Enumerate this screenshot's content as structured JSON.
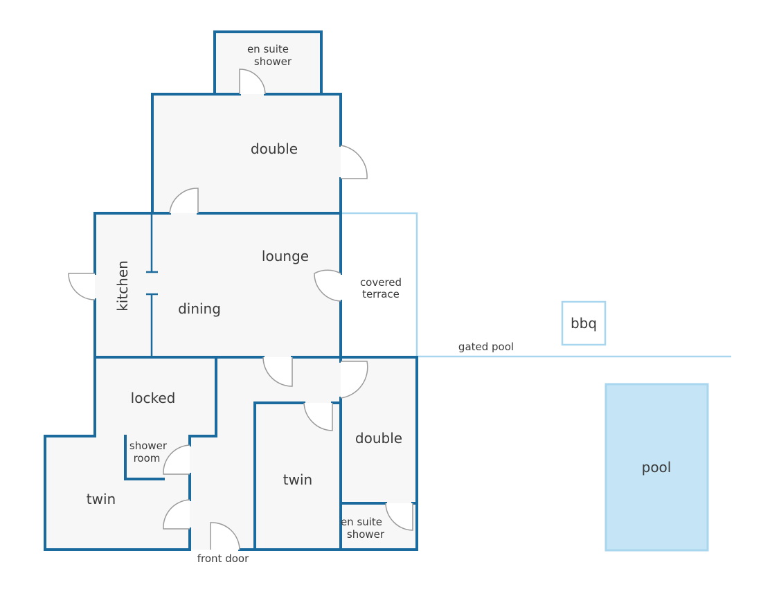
{
  "colors": {
    "wall": "#1a6a9e",
    "outdoor_line": "#a9d6ef",
    "pool_fill": "#c5e4f6",
    "pool_border": "#a9d6ef",
    "room_fill": "#f7f7f7",
    "door_swing": "#9a9a9a"
  },
  "rooms": {
    "en_suite_top": [
      "en suite",
      "shower"
    ],
    "double_top": "double",
    "lounge": "lounge",
    "kitchen": "kitchen",
    "dining": "dining",
    "covered_terrace": [
      "covered",
      "terrace"
    ],
    "locked": "locked",
    "shower_room": [
      "shower",
      "room"
    ],
    "twin_left": "twin",
    "twin_middle": "twin",
    "double_right": "double",
    "en_suite_bottom": [
      "en suite",
      "shower"
    ]
  },
  "outdoor": {
    "bbq": "bbq",
    "gated_pool": "gated pool",
    "pool": "pool"
  },
  "front_door": "front door"
}
